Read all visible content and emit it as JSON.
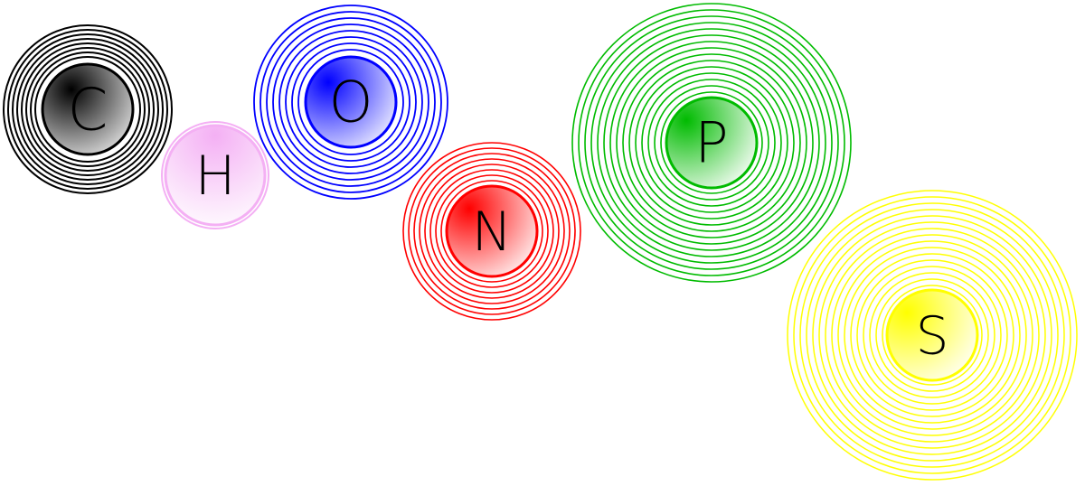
{
  "atoms": [
    {
      "id": "carbon",
      "symbol": "C",
      "color": "#000000",
      "light": "#ffffff",
      "shells": 8
    },
    {
      "id": "hydrogen",
      "symbol": "H",
      "color": "#f4b0f4",
      "light": "#ffffff",
      "shells": 1
    },
    {
      "id": "oxygen",
      "symbol": "O",
      "color": "#0000ff",
      "light": "#ffffff",
      "shells": 8
    },
    {
      "id": "nitrogen",
      "symbol": "N",
      "color": "#ff0000",
      "light": "#ffffff",
      "shells": 8
    },
    {
      "id": "phosphorus",
      "symbol": "P",
      "color": "#00bb00",
      "light": "#ffffff",
      "shells": 15
    },
    {
      "id": "sulfur",
      "symbol": "S",
      "color": "#ffff00",
      "light": "#ffffff",
      "shells": 16
    }
  ]
}
